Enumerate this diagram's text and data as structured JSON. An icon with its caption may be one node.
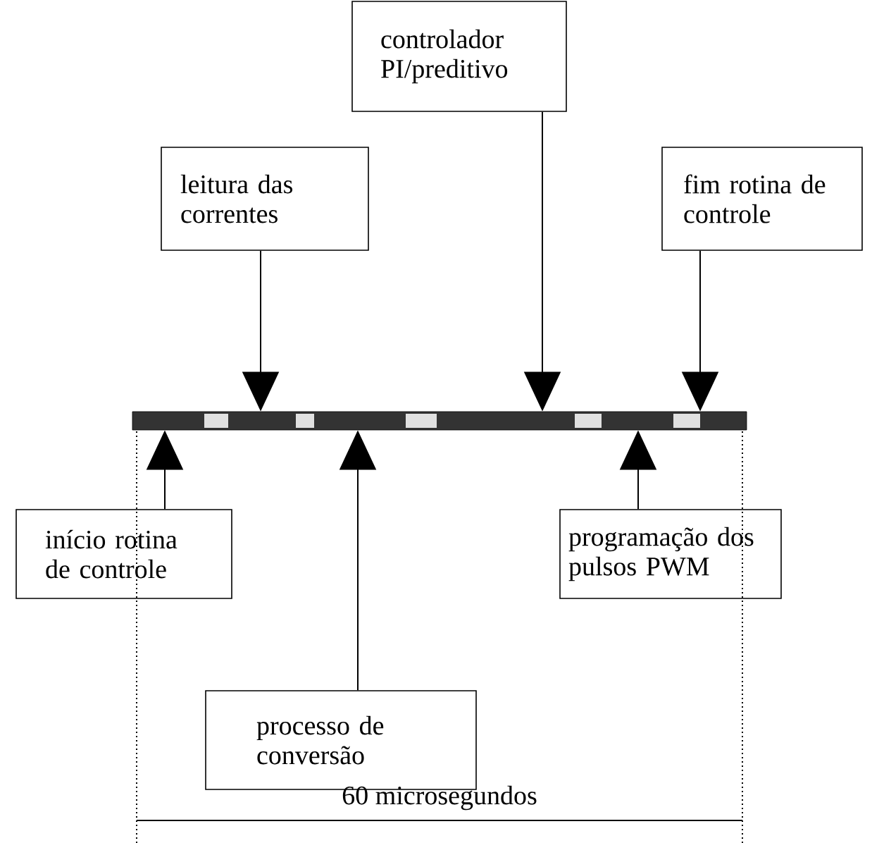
{
  "diagram": {
    "nodes": [
      {
        "text": [
          "controlador PI/preditivo"
        ]
      },
      {
        "text": [
          "leitura das correntes"
        ]
      },
      {
        "text": [
          "fim rotina de controle"
        ]
      },
      {
        "text": [],
        "shape": "bar"
      },
      {
        "text": [
          "início rotina de controle"
        ]
      },
      {
        "text": [
          "programação dos pulsos PWM"
        ]
      },
      {
        "text": [
          "processo de conversão"
        ]
      }
    ],
    "edges": [
      {
        "from": 0,
        "to": 3,
        "arrow": "to"
      },
      {
        "from": 1,
        "to": 3,
        "arrow": "to"
      },
      {
        "from": 2,
        "to": 3,
        "arrow": "to"
      },
      {
        "from": 4,
        "to": 3,
        "arrow": "to"
      },
      {
        "from": 5,
        "to": 3,
        "arrow": "to"
      },
      {
        "from": 6,
        "to": 3,
        "arrow": "to"
      }
    ],
    "labels": [
      "60 microsegundos"
    ]
  }
}
